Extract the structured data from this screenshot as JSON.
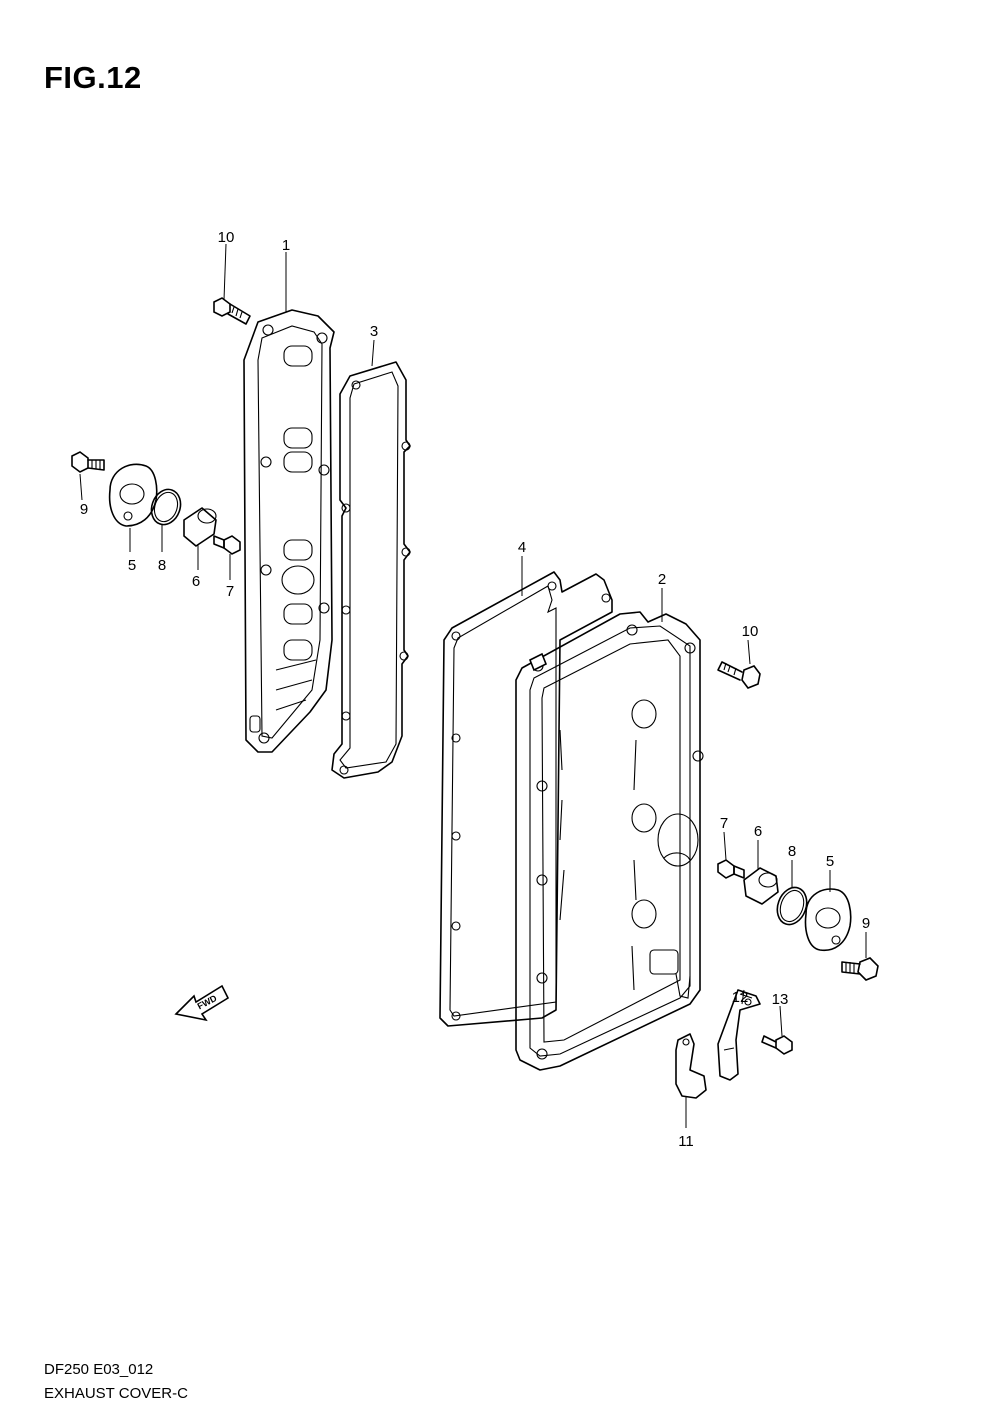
{
  "figure": {
    "title": "FIG.12"
  },
  "fwd_label": "FWD",
  "callouts": [
    {
      "id": "c10a",
      "label": "10"
    },
    {
      "id": "c1",
      "label": "1"
    },
    {
      "id": "c3",
      "label": "3"
    },
    {
      "id": "c9a",
      "label": "9"
    },
    {
      "id": "c5a",
      "label": "5"
    },
    {
      "id": "c8a",
      "label": "8"
    },
    {
      "id": "c6a",
      "label": "6"
    },
    {
      "id": "c7a",
      "label": "7"
    },
    {
      "id": "c4",
      "label": "4"
    },
    {
      "id": "c2",
      "label": "2"
    },
    {
      "id": "c10b",
      "label": "10"
    },
    {
      "id": "c7b",
      "label": "7"
    },
    {
      "id": "c6b",
      "label": "6"
    },
    {
      "id": "c8b",
      "label": "8"
    },
    {
      "id": "c5b",
      "label": "5"
    },
    {
      "id": "c9b",
      "label": "9"
    },
    {
      "id": "c12",
      "label": "12"
    },
    {
      "id": "c13",
      "label": "13"
    },
    {
      "id": "c11",
      "label": "11"
    }
  ],
  "footer": {
    "code": "DF250 E03_012",
    "name": "EXHAUST COVER-C"
  }
}
